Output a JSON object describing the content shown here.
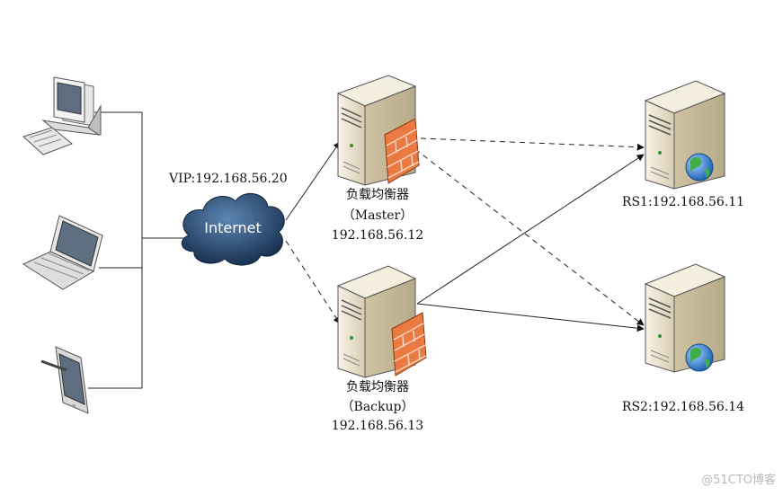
{
  "vip_label": "VIP:192.168.56.20",
  "cloud_label": "Internet",
  "balancers": [
    {
      "name": "负载均衡器",
      "role": "（Master）",
      "ip": "192.168.56.12"
    },
    {
      "name": "负载均衡器",
      "role": "（Backup）",
      "ip": "192.168.56.13"
    }
  ],
  "real_servers": [
    {
      "label": "RS1:192.168.56.11"
    },
    {
      "label": "RS2:192.168.56.14"
    }
  ],
  "clients": [
    {
      "icon": "desktop-computer-icon"
    },
    {
      "icon": "laptop-icon"
    },
    {
      "icon": "tablet-icon"
    }
  ],
  "watermark": "@51CTO博客",
  "colors": {
    "cloud": "#1f3f66",
    "server_body": "#ece3cc",
    "firewall": "#e8743b",
    "globe": "#2f7fd1",
    "line": "#222222"
  }
}
